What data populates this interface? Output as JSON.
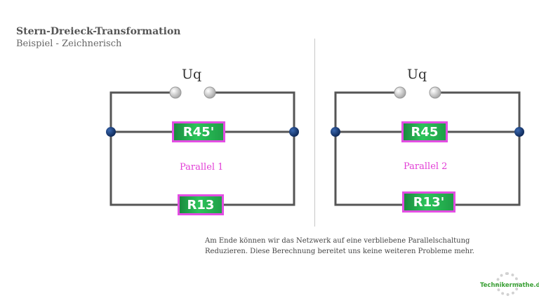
{
  "header": {
    "title": "Stern-Dreieck-Transformation",
    "subtitle": "Beispiel - Zeichnerisch"
  },
  "circuit_left": {
    "source_label": "Uq",
    "top_resistor": "R45'",
    "bottom_resistor": "R13",
    "group_label": "Parallel 1"
  },
  "circuit_right": {
    "source_label": "Uq",
    "top_resistor": "R45",
    "bottom_resistor": "R13'",
    "group_label": "Parallel 2"
  },
  "caption": {
    "line1": "Am Ende können wir das Netzwerk auf eine verbliebene Parallelschaltung",
    "line2": "Reduzieren. Diese Berechnung bereitet uns keine weiteren Probleme mehr."
  },
  "logo": {
    "text": "Technikermathe.de"
  },
  "colors": {
    "wire": "#555555",
    "node": "#1b3f7a",
    "resistor_fill": "#2cc35a",
    "resistor_border": "#e34de3",
    "parallel_label": "#e23ed6",
    "terminal": "#d5d5d5"
  }
}
